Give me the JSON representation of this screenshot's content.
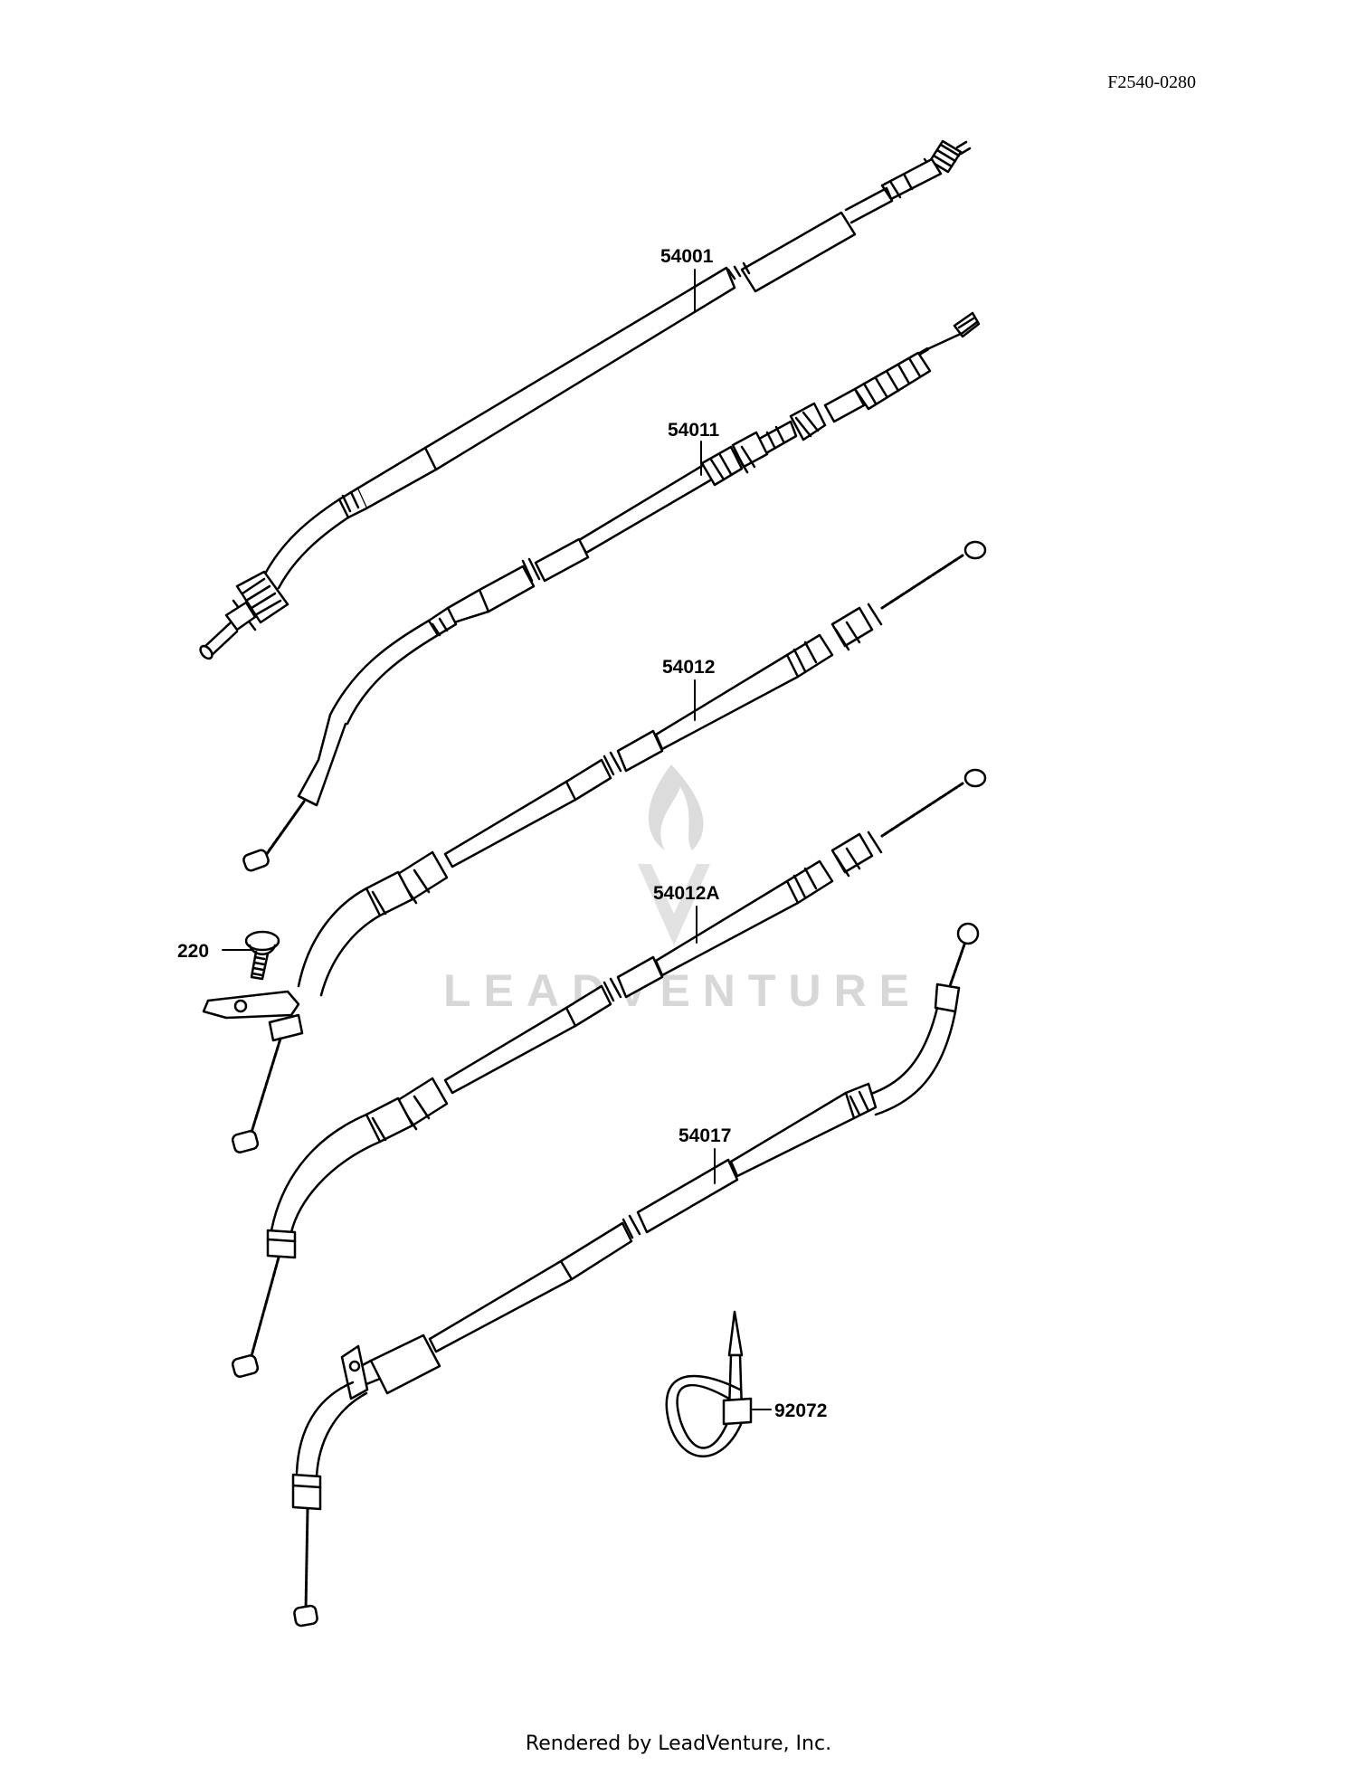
{
  "diagram": {
    "reference_code": "F2540-0280",
    "footer": "Rendered by LeadVenture, Inc.",
    "watermark": "LEADVENTURE",
    "parts": [
      {
        "id": "54001",
        "label": "54001"
      },
      {
        "id": "54011",
        "label": "54011"
      },
      {
        "id": "54012",
        "label": "54012"
      },
      {
        "id": "54012A",
        "label": "54012A"
      },
      {
        "id": "220",
        "label": "220"
      },
      {
        "id": "54017",
        "label": "54017"
      },
      {
        "id": "92072",
        "label": "92072"
      }
    ]
  },
  "colors": {
    "line": "#000000",
    "watermark": "#d7d7d7",
    "background": "#ffffff"
  }
}
